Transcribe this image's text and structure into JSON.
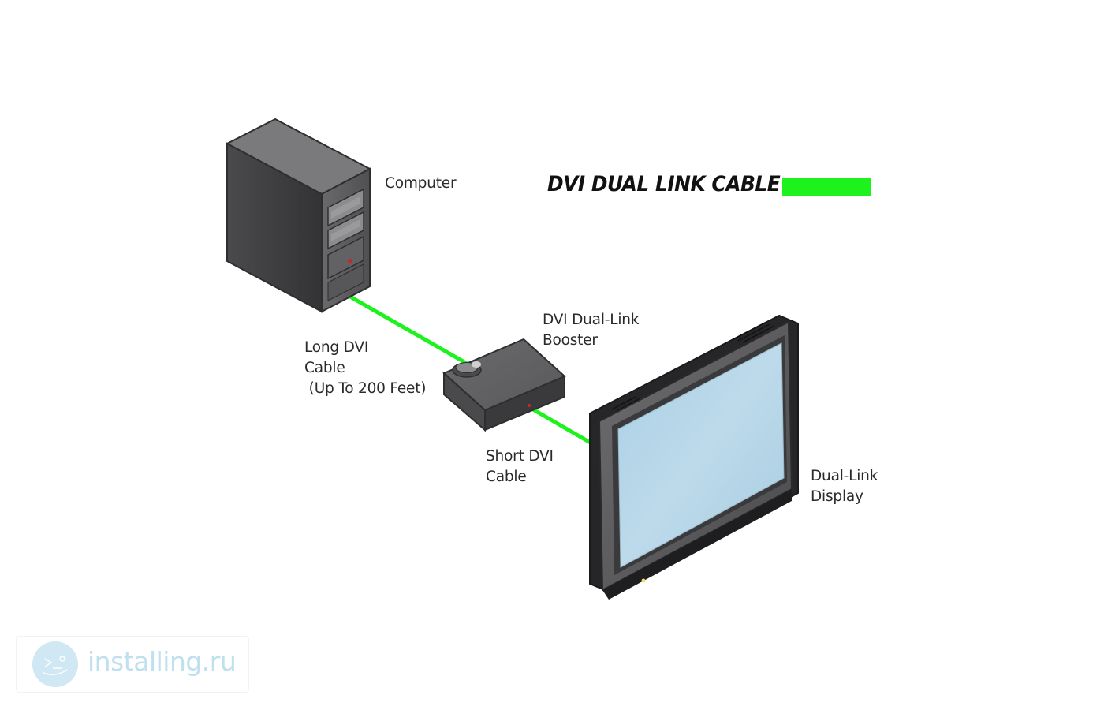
{
  "legend": {
    "title": "DVI DUAL LINK CABLE",
    "color": "#1df21d"
  },
  "nodes": {
    "computer": {
      "label": "Computer"
    },
    "booster": {
      "line1": "DVI Dual-Link",
      "line2": "Booster"
    },
    "display": {
      "line1": "Dual-Link",
      "line2": "Display"
    }
  },
  "cables": {
    "long": {
      "line1": "Long DVI",
      "line2": "Cable",
      "line3": " (Up To 200 Feet)"
    },
    "short": {
      "line1": "Short DVI",
      "line2": "Cable"
    }
  },
  "watermark": {
    "text": "installing.ru",
    "logo_color": "#cfe8f4",
    "text_color": "#bfe0ee"
  },
  "colors": {
    "cable": "#1df21d",
    "device_dark": "#3f3f41",
    "device_mid": "#5c5c5e",
    "screen": "#b8d8ea"
  }
}
